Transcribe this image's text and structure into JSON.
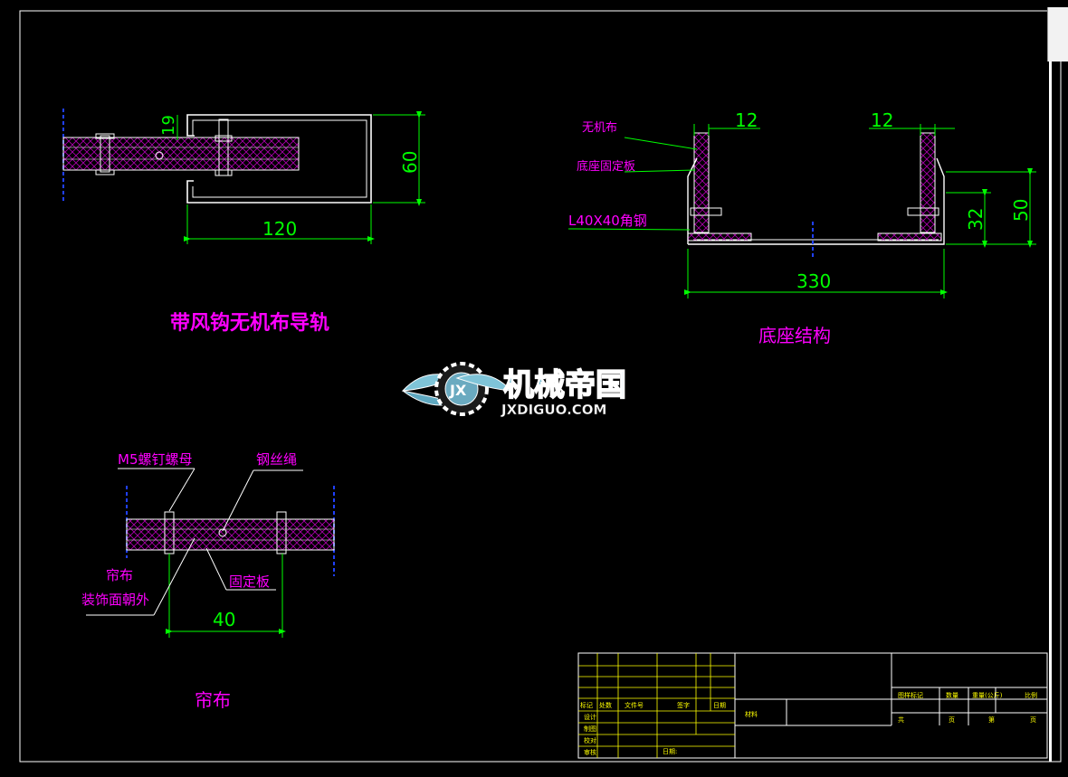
{
  "guide_rail": {
    "title": "带风钩无机布导轨",
    "dim_width": "120",
    "dim_height": "60",
    "dim_hook": "19"
  },
  "base": {
    "title": "底座结构",
    "dim_top_left": "12",
    "dim_top_right": "12",
    "dim_width": "330",
    "dim_height_outer": "50",
    "dim_height_inner": "32",
    "label_cloth": "无机布",
    "label_plate": "底座固定板",
    "label_angle": "L40X40角钢"
  },
  "curtain": {
    "title": "帘布",
    "label_bolt": "M5螺钉螺母",
    "label_wire": "钢丝绳",
    "label_curtain": "帘布",
    "label_facing": "装饰面朝外",
    "label_plate": "固定板",
    "dim_spacing": "40"
  },
  "watermark": {
    "brand": "机械帝国",
    "url": "JXDIGUO.COM",
    "badge": "JX"
  },
  "title_block": {
    "labels": [
      "标记",
      "处数",
      "文件号",
      "签字",
      "日期",
      "设计",
      "制图",
      "校对",
      "审核",
      "材料",
      "图样标记",
      "数量",
      "重量(公斤)",
      "比例",
      "共",
      "页",
      "第",
      "页",
      "日期:"
    ]
  },
  "colors": {
    "background": "#000000",
    "lines": "#ffffff",
    "dimension": "#00ff00",
    "labels": "#ff00ff",
    "hatch": "#ff00ff",
    "title_block": "#ffff00"
  }
}
